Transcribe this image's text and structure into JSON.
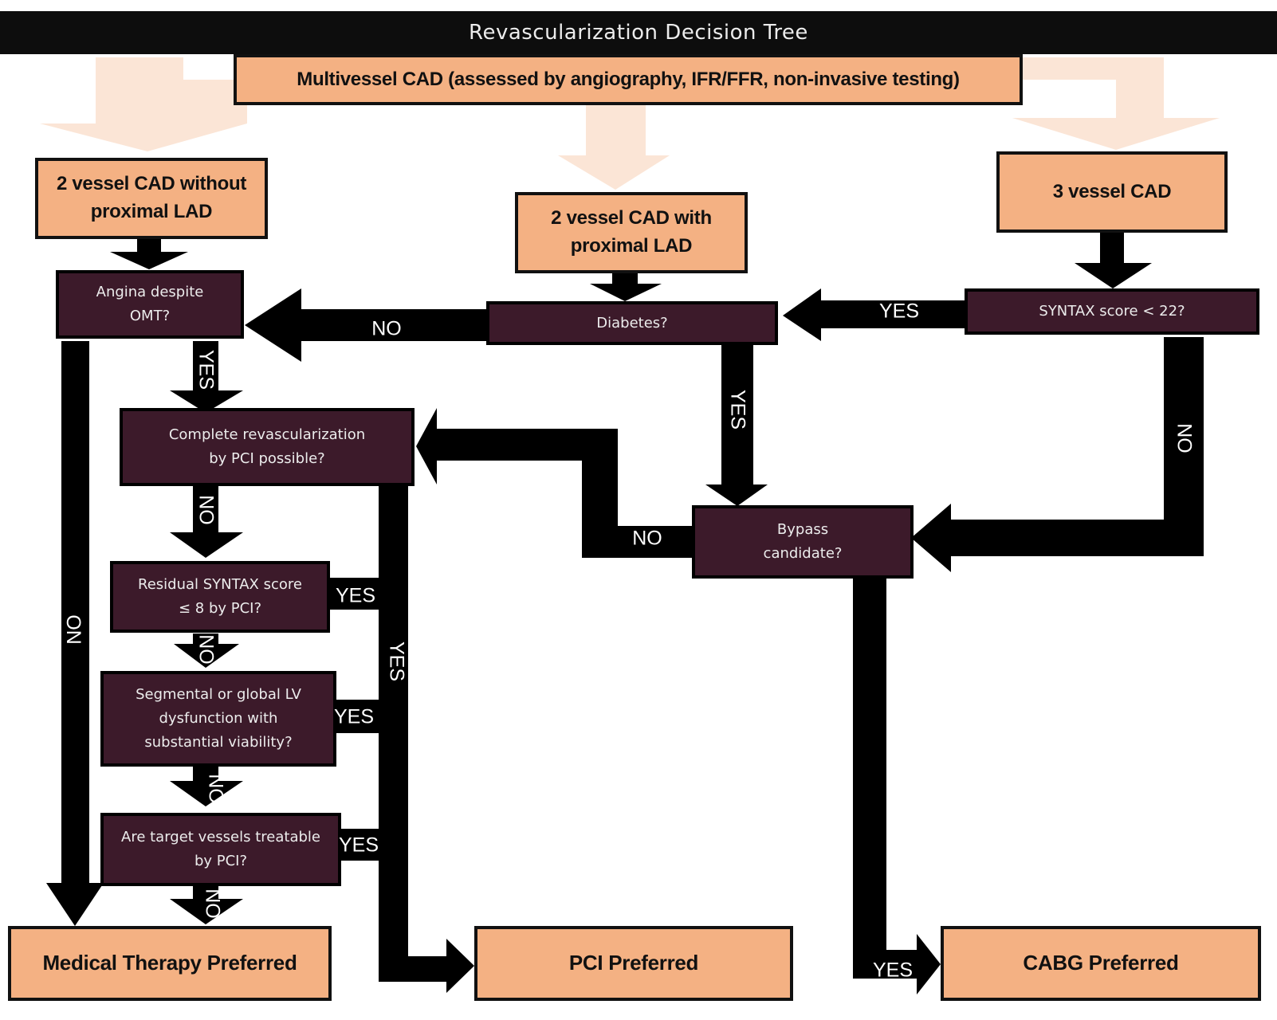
{
  "title": "Revascularization Decision Tree",
  "colors": {
    "box_fill": "#f4b183",
    "node_fill": "#3c1a2a",
    "arrow": "#000000",
    "faded_arrow": "#fbe5d6"
  },
  "nodes": {
    "multivessel": "Multivessel CAD (assessed by angiography, IFR/FFR, non-invasive testing)",
    "two_vessel_no_lad": [
      "2 vessel CAD without",
      "proximal LAD"
    ],
    "two_vessel_lad": [
      "2 vessel CAD with",
      "proximal LAD"
    ],
    "three_vessel": "3 vessel CAD",
    "angina": [
      "Angina despite",
      "OMT?"
    ],
    "diabetes": "Diabetes?",
    "syntax": "SYNTAX score < 22?",
    "complete_revasc": [
      "Complete revascularization",
      "by PCI possible?"
    ],
    "bypass": [
      "Bypass",
      "candidate?"
    ],
    "residual_syntax": [
      "Residual SYNTAX score",
      "≤ 8 by PCI?"
    ],
    "lv_dysfunction": [
      "Segmental or global LV",
      "dysfunction with",
      "substantial viability?"
    ],
    "target_vessels": [
      "Are target vessels treatable",
      "by PCI?"
    ],
    "medical": "Medical Therapy Preferred",
    "pci": "PCI Preferred",
    "cabg": "CABG Preferred"
  },
  "labels": {
    "yes": "YES",
    "no": "NO"
  }
}
